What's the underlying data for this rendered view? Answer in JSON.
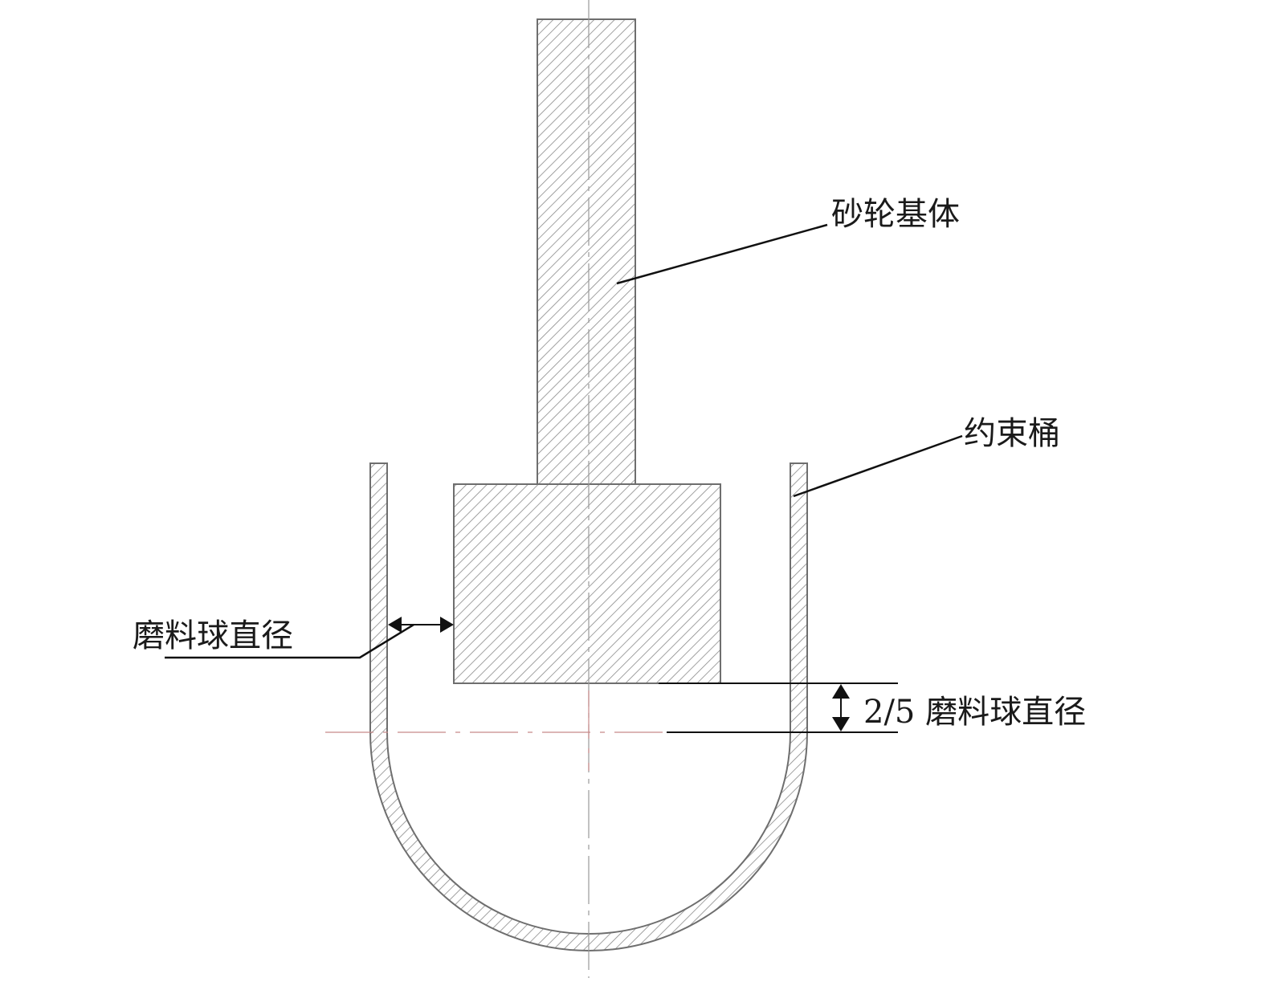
{
  "diagram": {
    "labels": {
      "wheel_base": "砂轮基体",
      "constraint_barrel": "约束桶",
      "ball_diameter": "磨料球直径",
      "gap_dimension": "2/5 磨料球直径"
    },
    "colors": {
      "hatch": "#8a8a8a",
      "outline": "#6e6e6e",
      "leader": "#111111",
      "centerline": "#9a9a9a",
      "centerline_accent": "#c88a8a"
    }
  }
}
